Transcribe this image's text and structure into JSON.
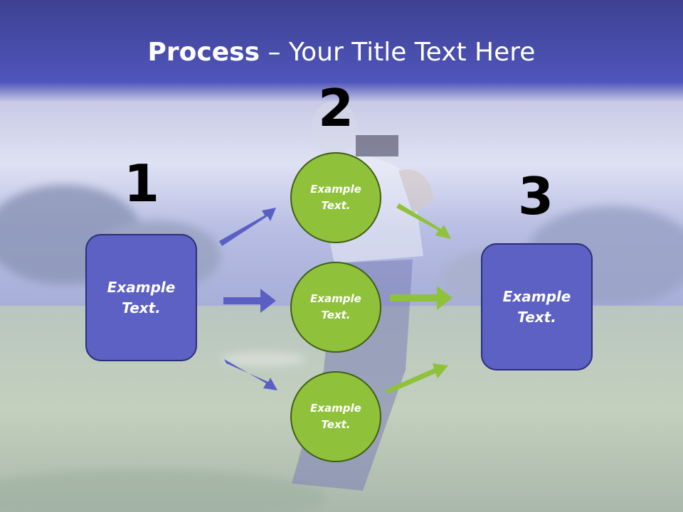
{
  "title": {
    "bold": "Process",
    "rest": " – Your Title Text Here"
  },
  "steps": [
    {
      "number": "1",
      "box_line1": "Example",
      "box_line2": "Text."
    },
    {
      "number": "2",
      "circles": [
        {
          "line1": "Example",
          "line2": "Text."
        },
        {
          "line1": "Example",
          "line2": "Text."
        },
        {
          "line1": "Example",
          "line2": "Text."
        }
      ]
    },
    {
      "number": "3",
      "box_line1": "Example",
      "box_line2": "Text."
    }
  ],
  "colors": {
    "title_band": "#4a50b8",
    "box": "#5c61c3",
    "circle": "#8fc23a",
    "arrow_blue": "#5a5fc4",
    "arrow_green": "#8fc23a"
  },
  "background": "golfer-photo"
}
